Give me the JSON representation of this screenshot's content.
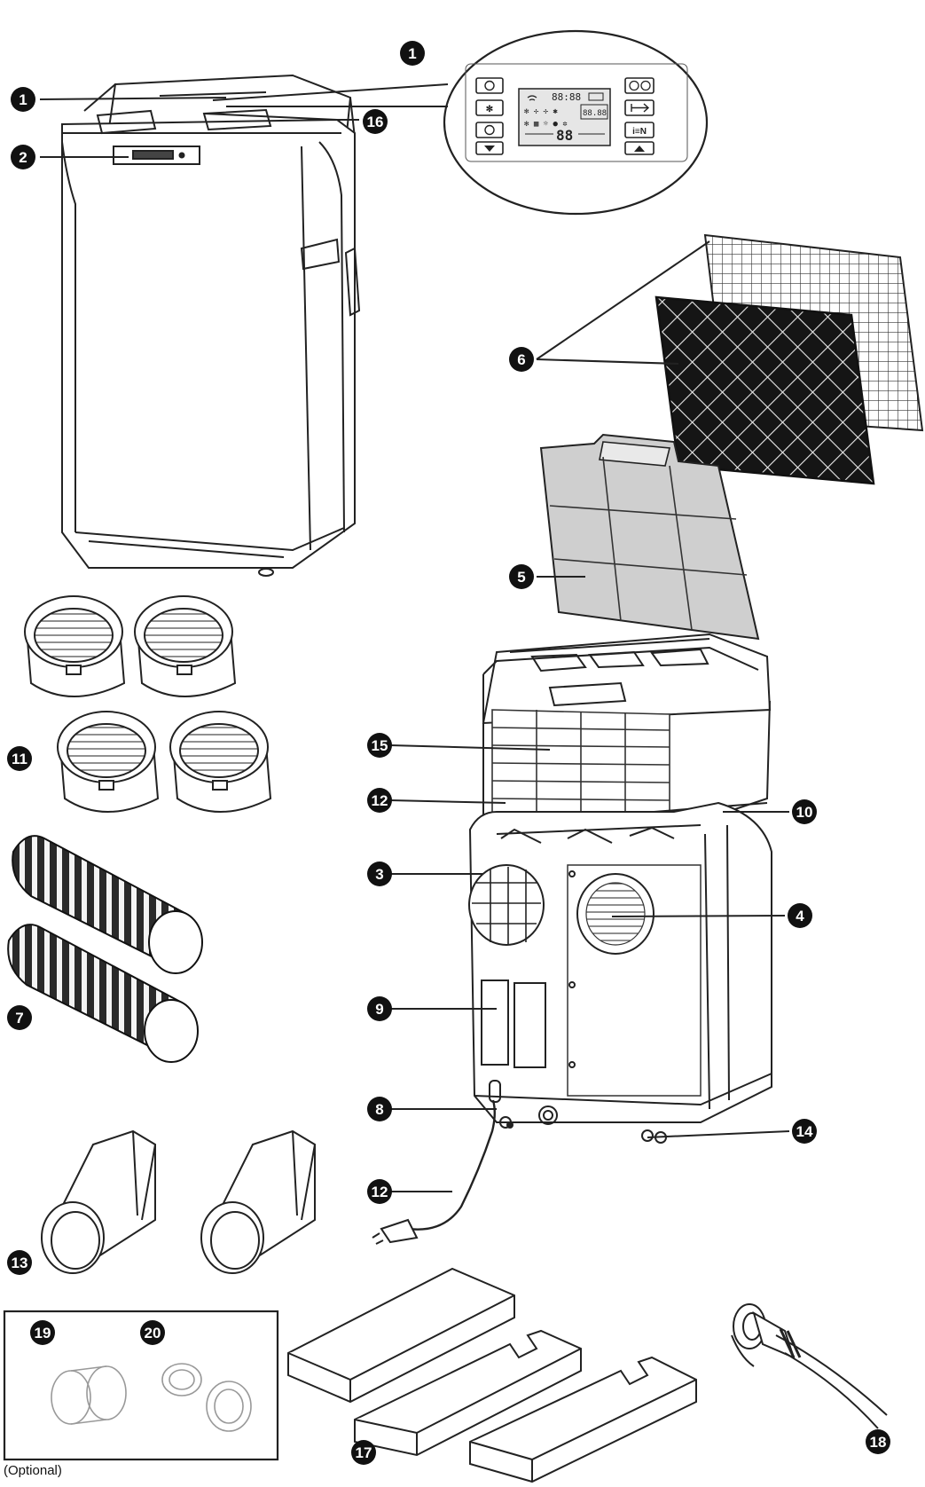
{
  "callouts": [
    {
      "id": "1",
      "label": "1"
    },
    {
      "id": "1b",
      "label": "1"
    },
    {
      "id": "2",
      "label": "2"
    },
    {
      "id": "3",
      "label": "3"
    },
    {
      "id": "4",
      "label": "4"
    },
    {
      "id": "5",
      "label": "5"
    },
    {
      "id": "6",
      "label": "6"
    },
    {
      "id": "7",
      "label": "7"
    },
    {
      "id": "8",
      "label": "8"
    },
    {
      "id": "9",
      "label": "9"
    },
    {
      "id": "10",
      "label": "10"
    },
    {
      "id": "11",
      "label": "11"
    },
    {
      "id": "12",
      "label": "12"
    },
    {
      "id": "12b",
      "label": "12"
    },
    {
      "id": "13",
      "label": "13"
    },
    {
      "id": "14",
      "label": "14"
    },
    {
      "id": "15",
      "label": "15"
    },
    {
      "id": "16",
      "label": "16"
    },
    {
      "id": "17",
      "label": "17"
    },
    {
      "id": "18",
      "label": "18"
    },
    {
      "id": "19",
      "label": "19"
    },
    {
      "id": "20",
      "label": "20"
    }
  ],
  "control_panel": {
    "display_time": "88:88",
    "display_temp_small": "88.88",
    "display_temp_big": "88",
    "ion_button": "i≡N"
  },
  "optional_box": {
    "label": "(Optional)"
  },
  "colors": {
    "line": "#222222",
    "badge": "#111111",
    "filter_gray": "#cfcfcf",
    "carbon_filter": "#1a1a1a",
    "hose_dark": "#2a2a2a"
  },
  "icons": [
    "power-icon",
    "fan-icon",
    "mode-icon",
    "down-arrow-icon",
    "timer-icon",
    "swing-icon",
    "ion-icon",
    "up-arrow-icon",
    "wifi-icon"
  ]
}
